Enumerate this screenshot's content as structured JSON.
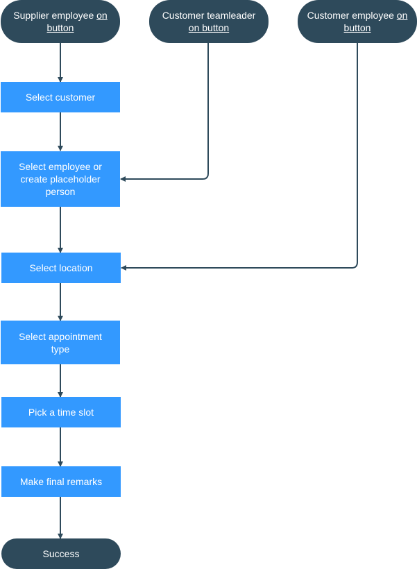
{
  "starts": {
    "supplier": {
      "text": "Supplier employee ",
      "link": "on button"
    },
    "teamleader": {
      "text": "Customer teamleader ",
      "link": "on button"
    },
    "customer": {
      "text": "Customer employee ",
      "link": "on button"
    }
  },
  "steps": {
    "select_customer": "Select customer",
    "select_employee": "Select employee or create placeholder person",
    "select_location": "Select location",
    "select_appointment_type": "Select appointment type",
    "pick_time_slot": "Pick a time slot",
    "final_remarks": "Make final remarks"
  },
  "end": {
    "success": "Success"
  },
  "colors": {
    "pill": "#2e4a5b",
    "step": "#3399ff",
    "edge": "#2e4a5b",
    "text": "#ffffff"
  }
}
